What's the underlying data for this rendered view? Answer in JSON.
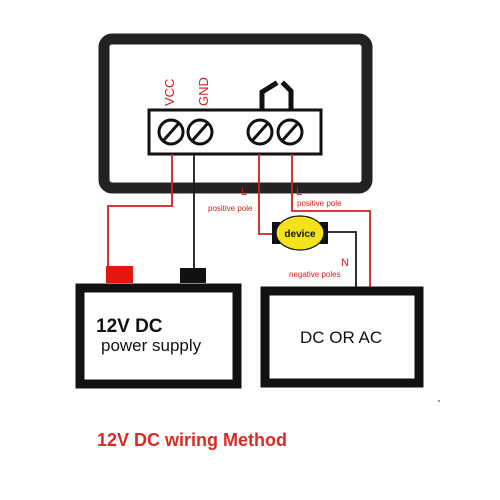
{
  "terminals": {
    "vcc": "VCC",
    "gnd": "GND"
  },
  "annotations": {
    "l_left": "L",
    "positive_left": "positive pole",
    "l_right": "L",
    "positive_right": "positive pole",
    "n": "N",
    "negative": "negative poles"
  },
  "device_label": "device",
  "power_supply": {
    "line1": "12V DC",
    "line2": "power supply"
  },
  "load_box": {
    "label": "DC OR AC"
  },
  "caption": "12V DC wiring Method",
  "colors": {
    "wire_red": "#d2201c",
    "wire_black": "#1a1a1a",
    "caption": "#d92b22",
    "device_fill": "#f4e21b",
    "terminal_red": "#e3170d"
  }
}
